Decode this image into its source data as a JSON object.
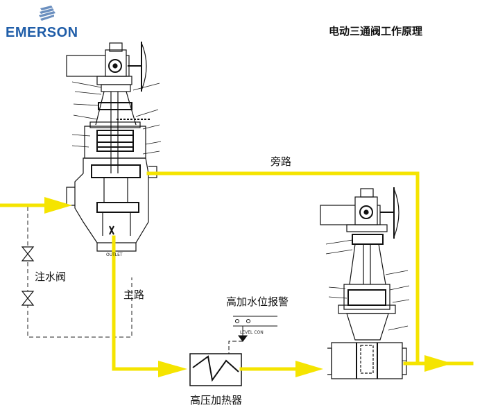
{
  "brand": {
    "name": "EMERSON",
    "colors": {
      "primary": "#1f5da8",
      "secondary": "#6b8fbf"
    }
  },
  "title": "电动三通阀工作原理",
  "labels": {
    "bypass": "旁路",
    "main_path": "主路",
    "water_injection_valve": "注水阀",
    "high_water_level_alarm": "高加水位报警",
    "hp_heater": "高压加热器",
    "valve_outlet": "OUTLET",
    "level_control": "LEVEL CON"
  },
  "colors": {
    "flow_line": "#f5e400",
    "outline": "#111111"
  },
  "icons": [
    "emerson-logo-icon",
    "flow-arrow-icon",
    "gate-valve-icon",
    "actuator-icon"
  ]
}
